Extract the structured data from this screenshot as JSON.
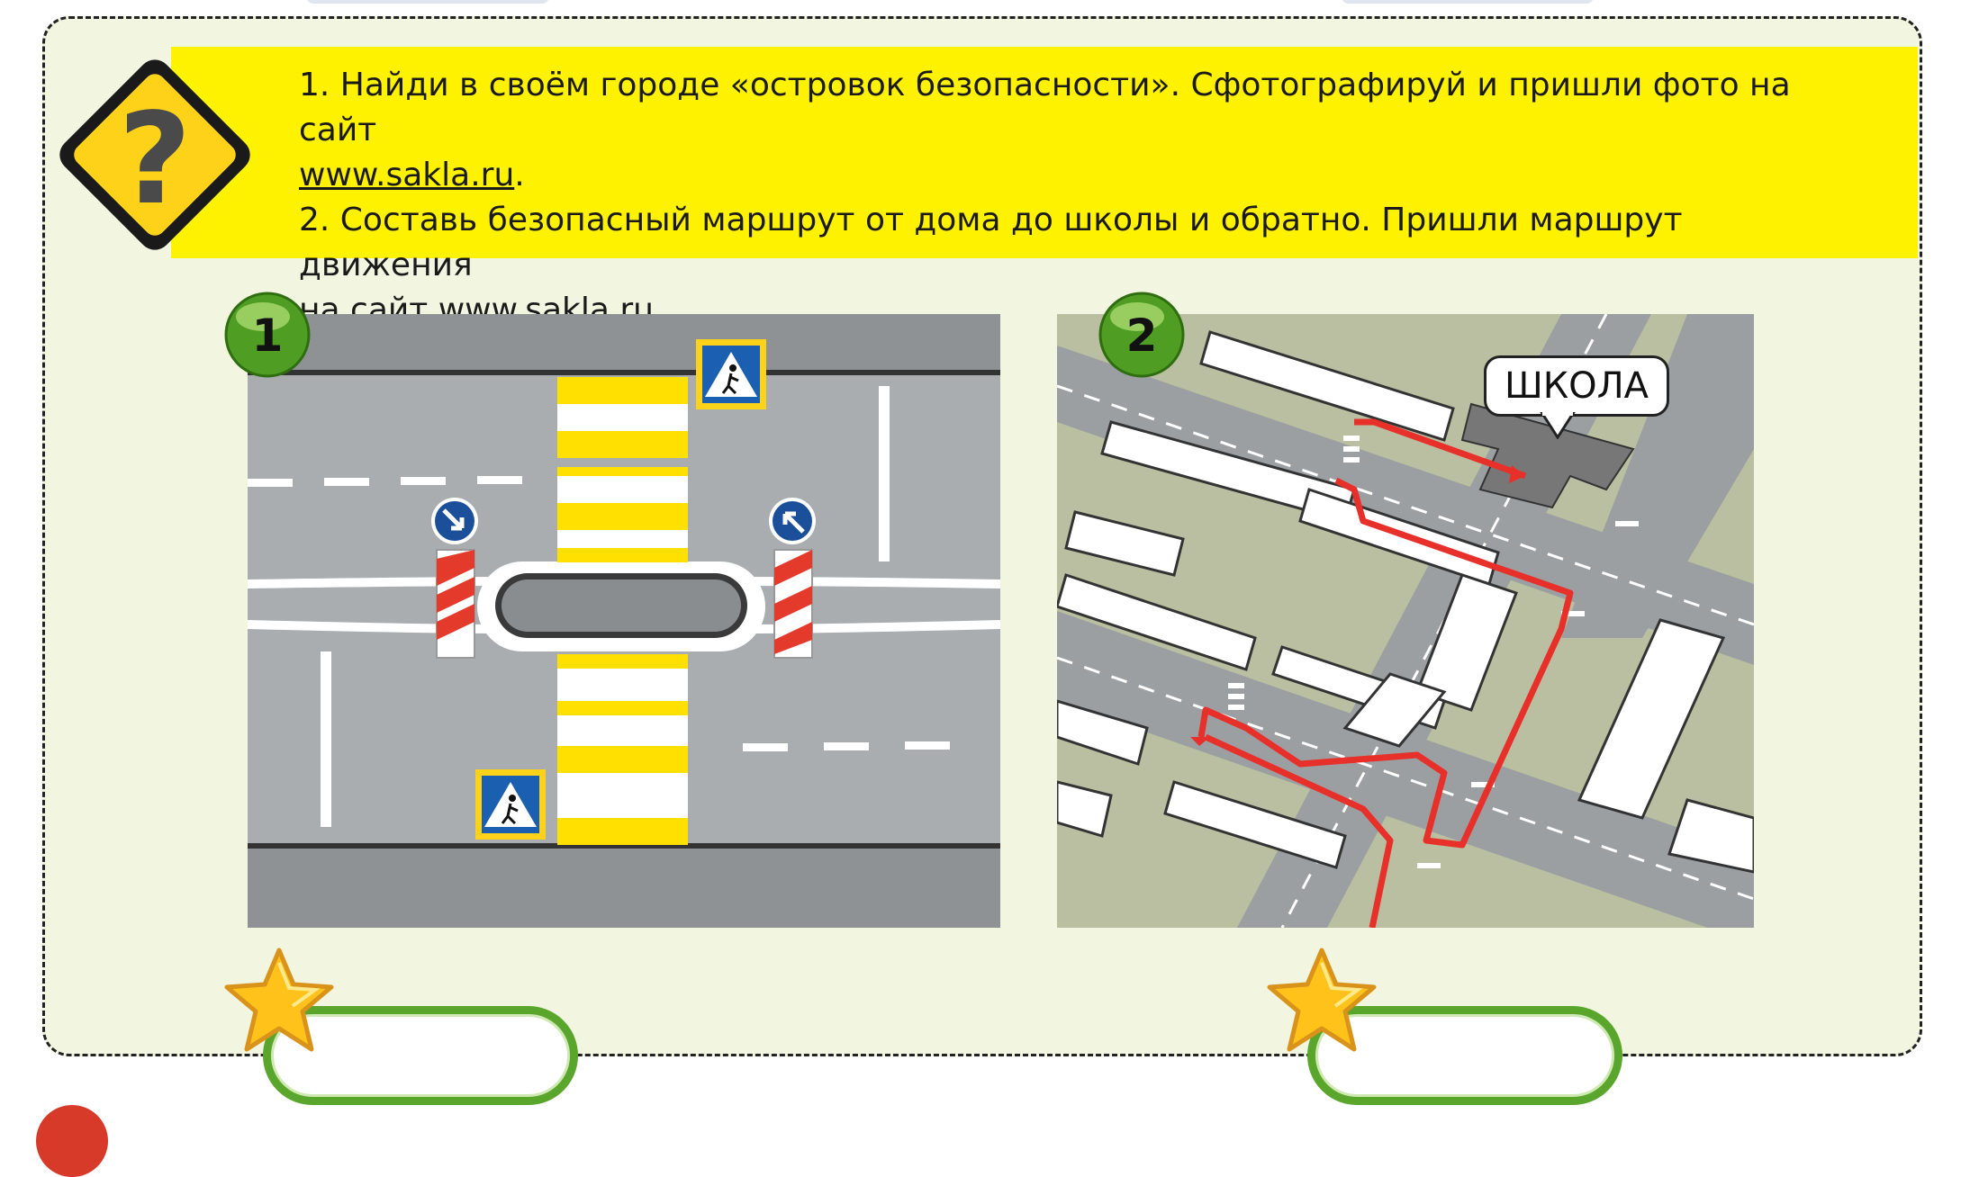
{
  "task": {
    "line1": "1. Найди в своём городе «островок безопасности». Сфотографируй и пришли фото на сайт",
    "link1": "www.sakla.ru",
    "line1_end": ".",
    "line2": "2. Составь безопасный маршрут от дома до школы и обратно. Пришли маршрут движения",
    "line2_prefix": "на сайт",
    "link2": "www.sakla.ru",
    "line2_end": "."
  },
  "badges": [
    "1",
    "2"
  ],
  "map": {
    "school_label": "ШКОЛА"
  },
  "colors": {
    "banner": "#fff200",
    "frame_bg": "#f2f5e0",
    "road": "#aeb2b5",
    "crosswalk_yellow": "#ffe000",
    "route_red": "#e8302a",
    "answer_border": "#5aa52c",
    "star": "#ffc21a"
  },
  "icons": [
    "question-sign-icon",
    "pedestrian-crossing-sign-icon",
    "keep-right-sign-icon",
    "keep-left-sign-icon",
    "star-icon"
  ]
}
